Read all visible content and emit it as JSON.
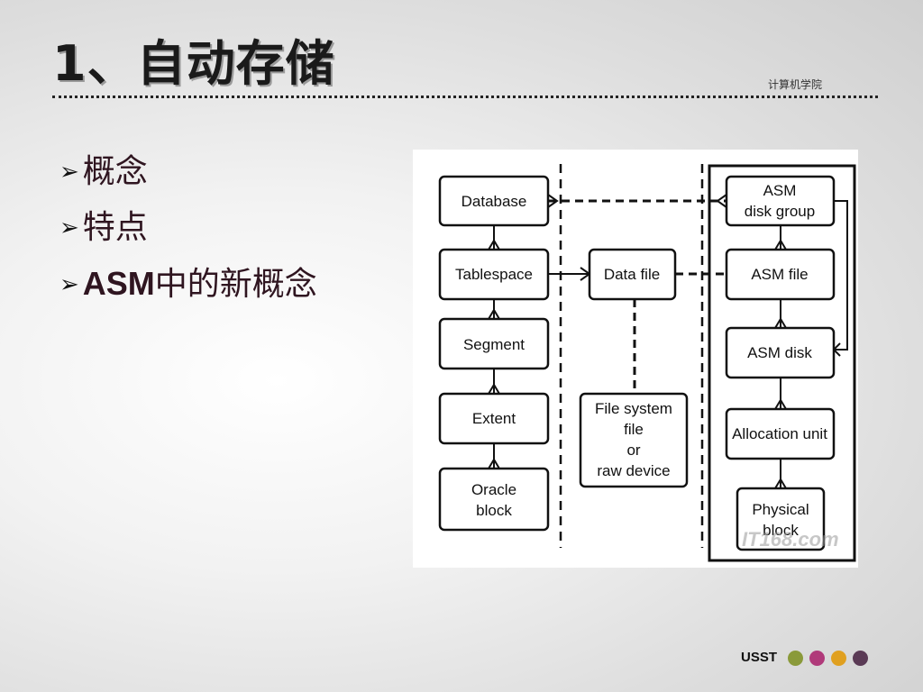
{
  "slide": {
    "title": "1、自动存储",
    "department": "计算机学院"
  },
  "bullets": [
    {
      "marker": "➢",
      "prefix": "",
      "text": "概念"
    },
    {
      "marker": "➢",
      "prefix": "",
      "text": "特点"
    },
    {
      "marker": "➢",
      "prefix": "ASM",
      "text": "中的新概念"
    }
  ],
  "diagram": {
    "nodes": {
      "database": [
        "Database"
      ],
      "tablespace": [
        "Tablespace"
      ],
      "segment": [
        "Segment"
      ],
      "extent": [
        "Extent"
      ],
      "oracle_block": [
        "Oracle",
        "block"
      ],
      "data_file": [
        "Data file"
      ],
      "fs_file": [
        "File system",
        "file",
        "or",
        "raw device"
      ],
      "asm_disk_group": [
        "ASM",
        "disk group"
      ],
      "asm_file": [
        "ASM file"
      ],
      "asm_disk": [
        "ASM disk"
      ],
      "allocation_unit": [
        "Allocation unit"
      ],
      "physical_block": [
        "Physical",
        "block"
      ]
    },
    "watermark": "IT168.com"
  },
  "footer": {
    "brand": "USST",
    "dot_colors": [
      "#8a9a3a",
      "#b03a7a",
      "#e0a020",
      "#5a3a55"
    ]
  }
}
